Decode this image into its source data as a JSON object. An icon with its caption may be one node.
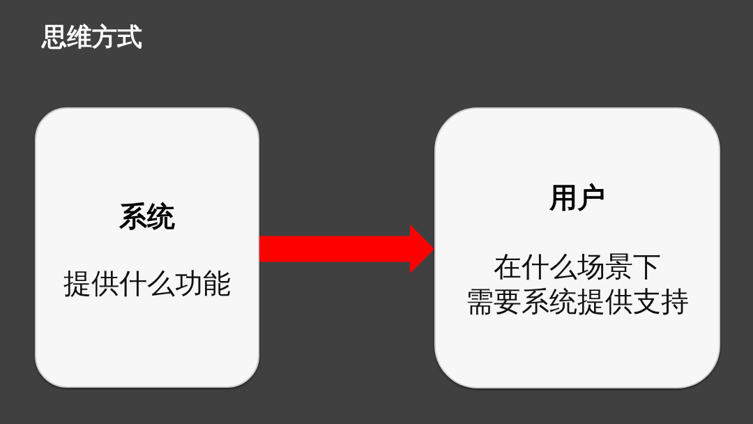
{
  "diagram": {
    "title": "思维方式",
    "nodes": [
      {
        "text": [
          "系统",
          "提供什么功能"
        ]
      },
      {
        "text": [
          "用户",
          "在什么场景下需要系统提供支持"
        ]
      }
    ],
    "edges": [
      {
        "from": 0,
        "to": 1,
        "arrow": "to",
        "color": "#ff0000"
      }
    ]
  }
}
